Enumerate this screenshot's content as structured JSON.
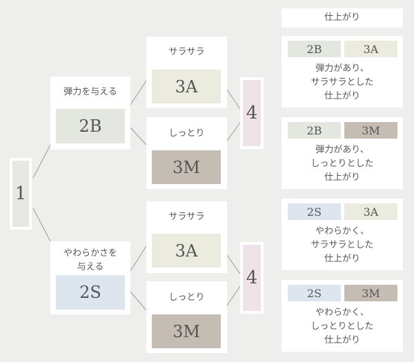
{
  "root": {
    "label": "1"
  },
  "branches": [
    {
      "feel": "弾力を与える",
      "code": "2B",
      "children": [
        {
          "finish": "サラサラ",
          "code": "3A"
        },
        {
          "finish": "しっとり",
          "code": "3M"
        }
      ],
      "merge": "4"
    },
    {
      "feel": "やわらかさを\n与える",
      "code": "2S",
      "children": [
        {
          "finish": "サラサラ",
          "code": "3A"
        },
        {
          "finish": "しっとり",
          "code": "3M"
        }
      ],
      "merge": "4"
    }
  ],
  "results": {
    "header": "仕上がり",
    "cards": [
      {
        "codes": [
          "2B",
          "3A"
        ],
        "text": "弾力があり、\nサラサラとした\n仕上がり"
      },
      {
        "codes": [
          "2B",
          "3M"
        ],
        "text": "弾力があり、\nしっとりとした\n仕上がり"
      },
      {
        "codes": [
          "2S",
          "3A"
        ],
        "text": "やわらかく、\nサラサラとした\n仕上がり"
      },
      {
        "codes": [
          "2S",
          "3M"
        ],
        "text": "やわらかく、\nしっとりとした\n仕上がり"
      }
    ]
  },
  "colors": {
    "line": "#9a9a9a",
    "box_2B": "#e3e7df",
    "box_2S": "#dde5ef",
    "box_3A": "#ebebdf",
    "box_3M": "#c5bcb4",
    "box_4": "#efe3ea"
  }
}
